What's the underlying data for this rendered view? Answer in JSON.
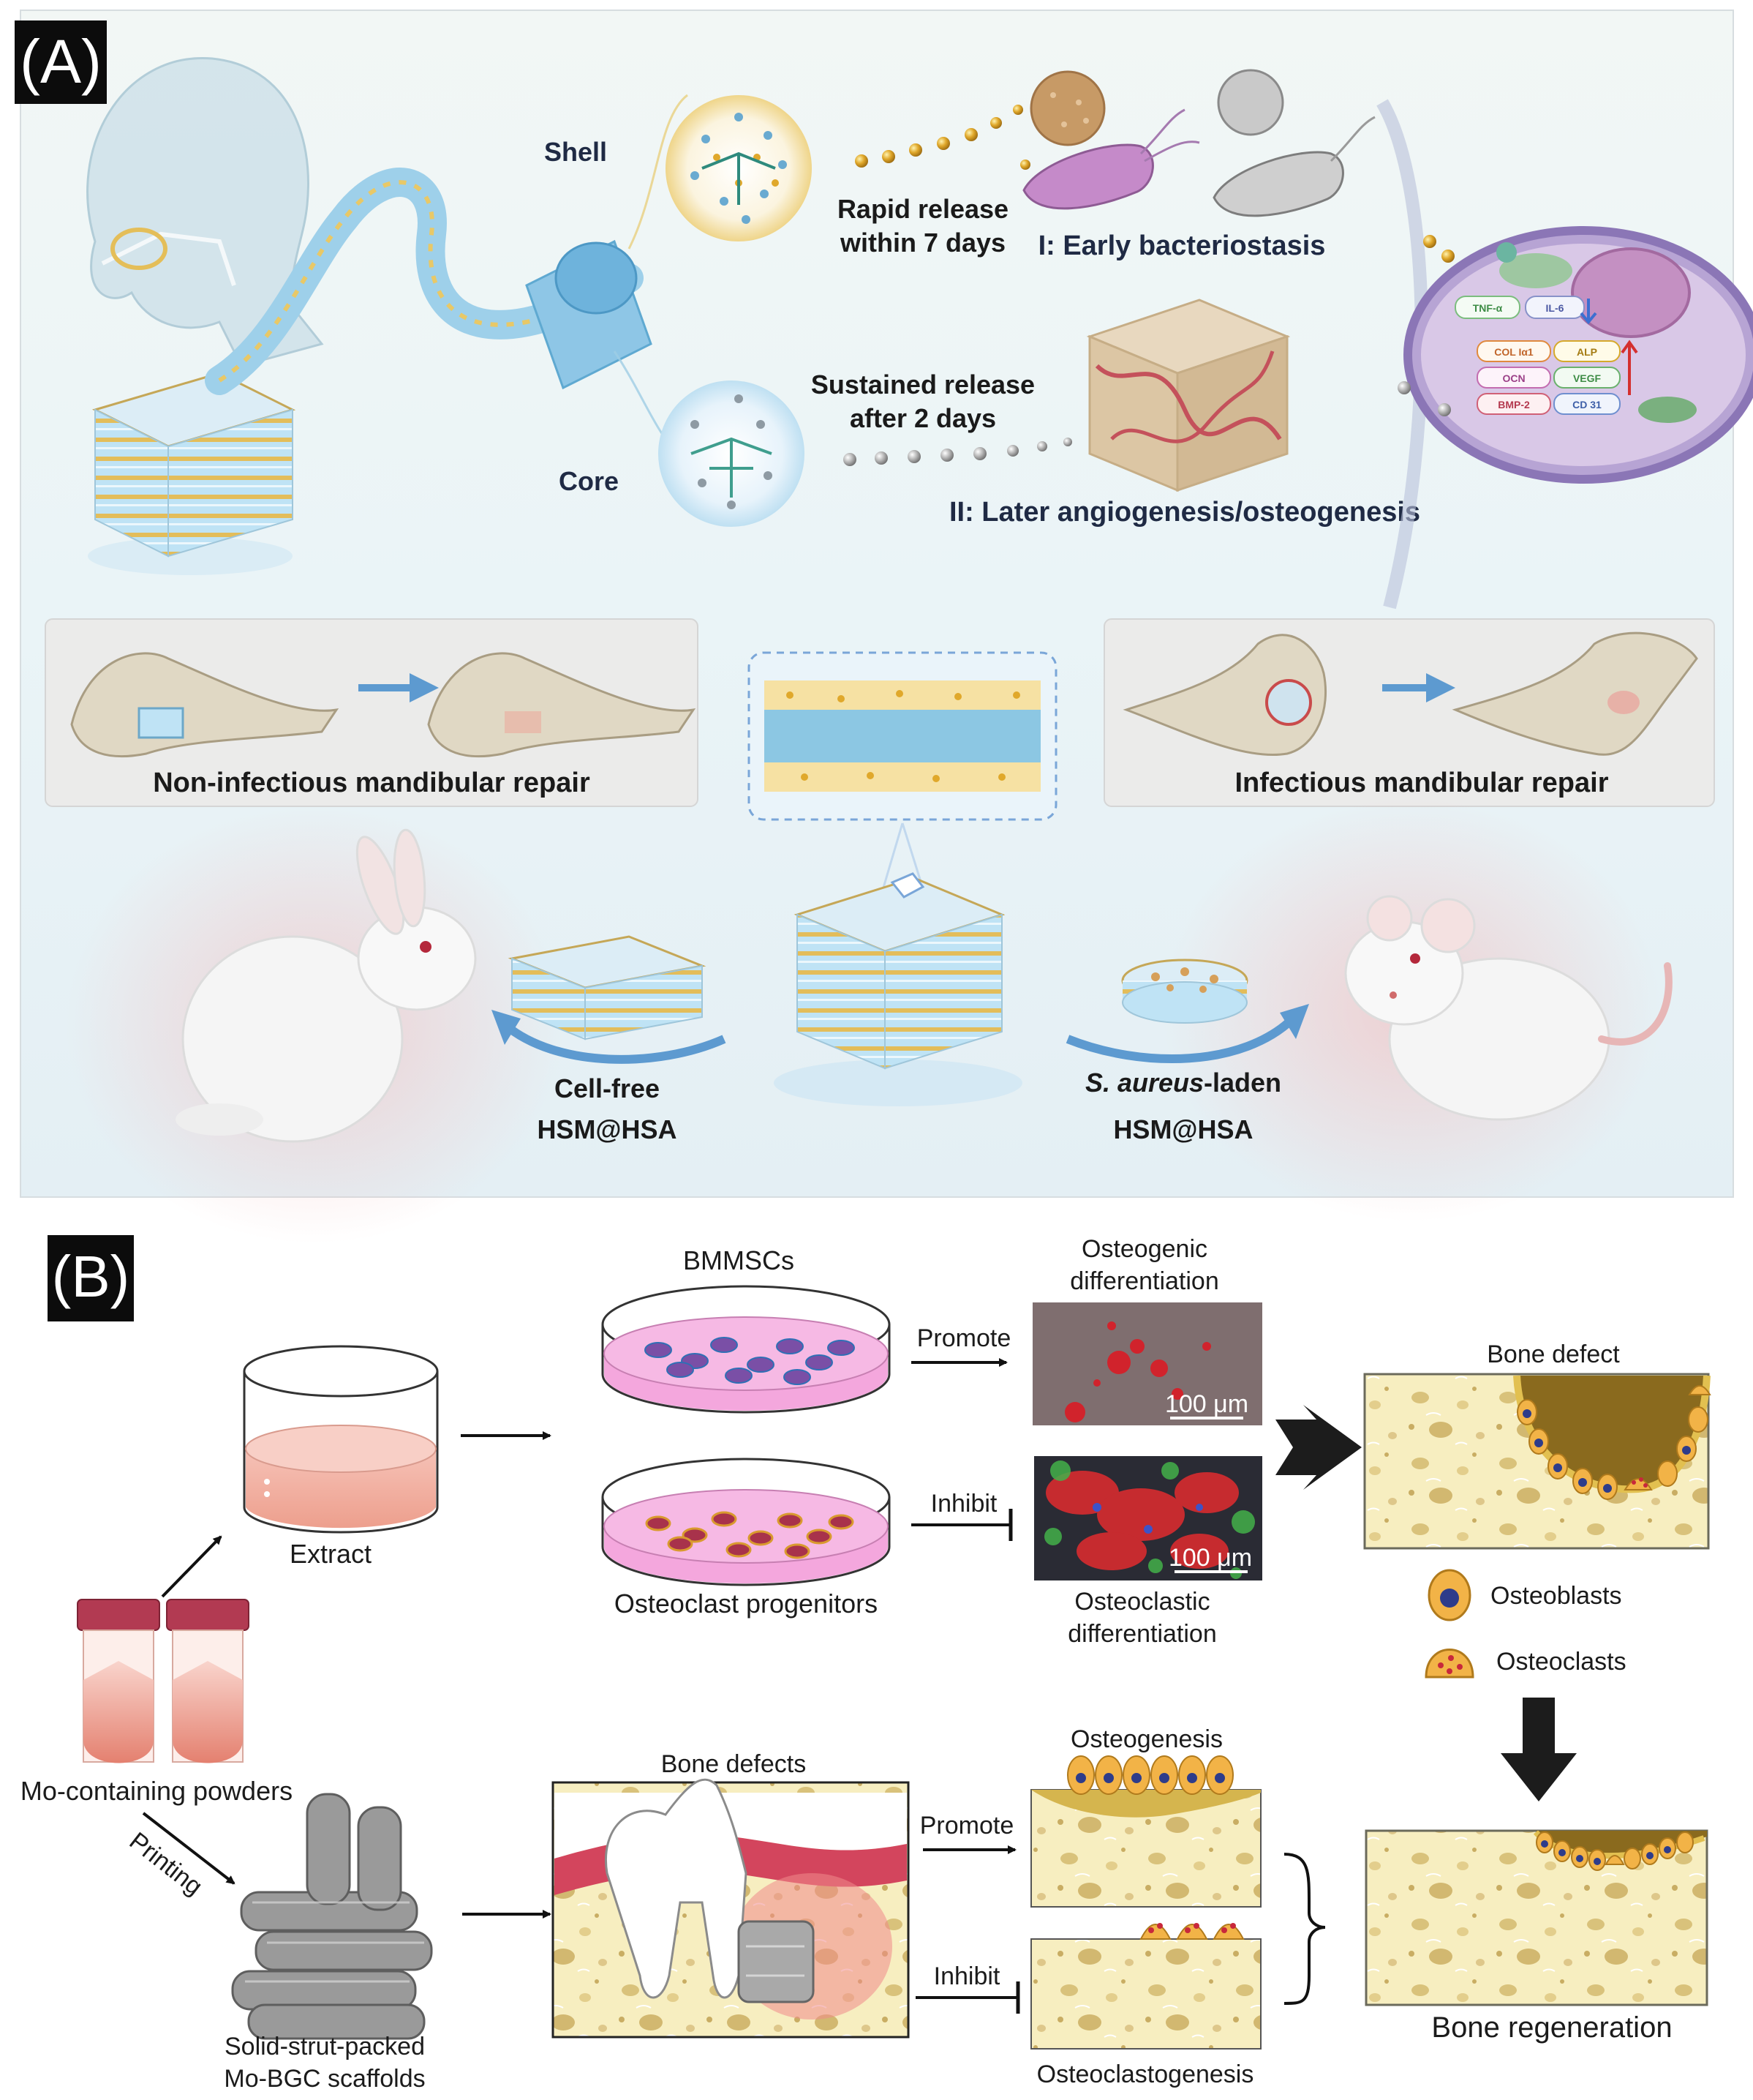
{
  "panel_a": {
    "tag": "(A)",
    "shell_label": "Shell",
    "core_label": "Core",
    "rapid_release": [
      "Rapid release",
      "within 7 days"
    ],
    "early_label": "I: Early bacteriostasis",
    "sustained_release": [
      "Sustained release",
      "after 2 days"
    ],
    "later_label": "II: Later angiogenesis/osteogenesis",
    "cell_markers": [
      "TNF-α",
      "IL-6",
      "COL Iα1",
      "ALP",
      "OCN",
      "VEGF",
      "BMP-2",
      "CD 31"
    ],
    "non_infectious_label": "Non-infectious mandibular repair",
    "infectious_label": "Infectious mandibular repair",
    "left_caption": [
      "Cell-free",
      "HSM@HSA"
    ],
    "right_caption_italic": "S. aureus",
    "right_caption_rest": "-laden",
    "right_caption_line2": "HSM@HSA",
    "colors": {
      "shell_gold": "#e2b53f",
      "core_blue": "#8ec6e6",
      "panel_bg": "#eef5f8"
    }
  },
  "panel_b": {
    "tag": "(B)",
    "bmmscs_label": "BMMSCs",
    "osteogenic_label": [
      "Osteogenic",
      "differentiation"
    ],
    "promote_label": "Promote",
    "inhibit_label": "Inhibit",
    "scale_label": "100 μm",
    "extract_label": "Extract",
    "osteoclast_progenitors_label": "Osteoclast progenitors",
    "osteoclastic_label": [
      "Osteoclastic",
      "differentiation"
    ],
    "bone_defect_label": "Bone defect",
    "osteoblasts_label": "Osteoblasts",
    "osteoclasts_label": "Osteoclasts",
    "powders_label": "Mo-containing powders",
    "printing_label": "Printing",
    "scaffold_label": [
      "Solid-strut-packed",
      "Mo-BGC scaffolds"
    ],
    "bone_defects_label": "Bone defects",
    "osteogenesis_label": "Osteogenesis",
    "osteoclastogenesis_label": "Osteoclastogenesis",
    "bone_regeneration_label": "Bone regeneration",
    "colors": {
      "bone_yellow": "#f7eec0",
      "pit": "#d8c178",
      "pink_medium": "#f4a7dd",
      "extract": "#f3b3a6"
    }
  }
}
